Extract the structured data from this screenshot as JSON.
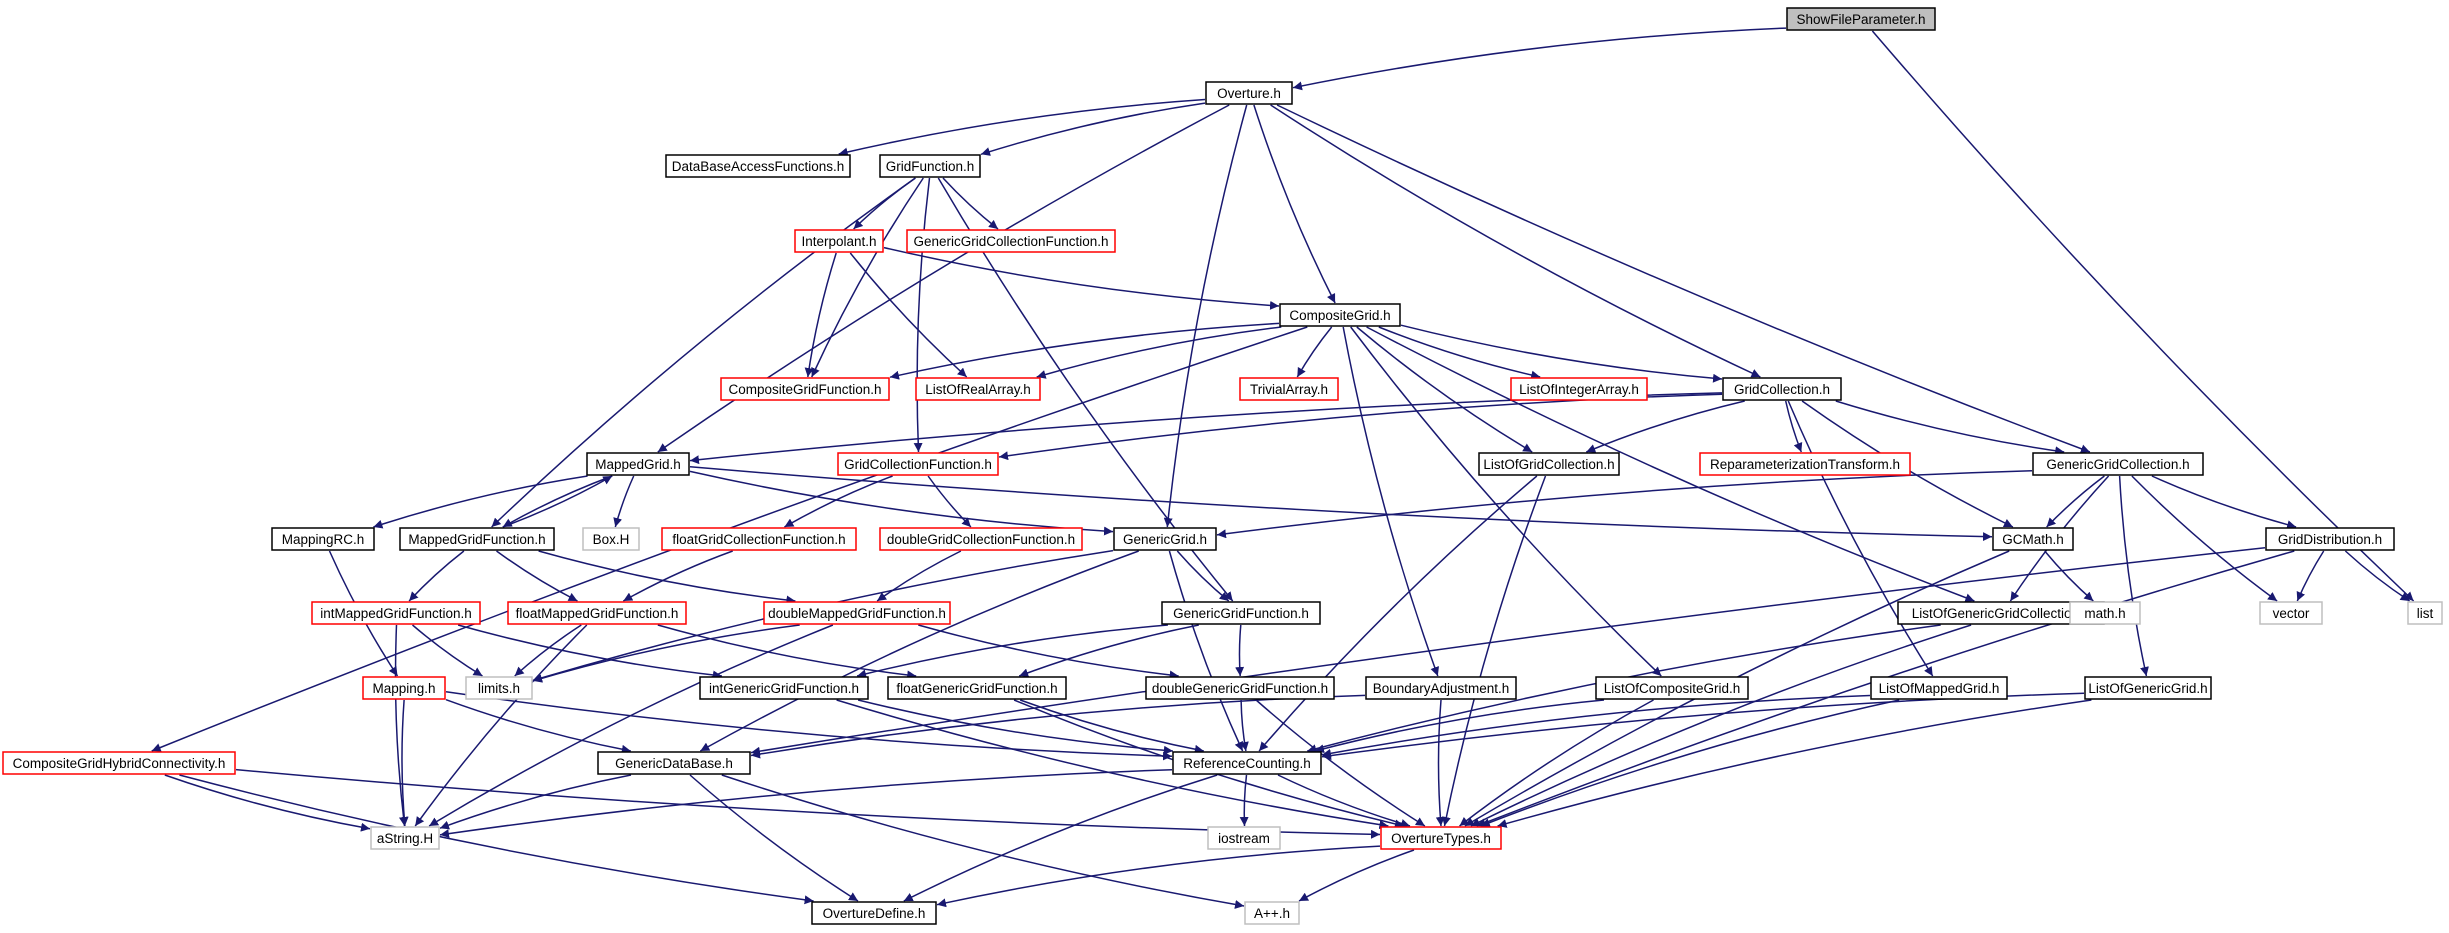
{
  "diagram": {
    "title": "",
    "nodes": [
      {
        "id": "showfile",
        "label": "ShowFileParameter.h",
        "style": "root"
      },
      {
        "id": "overture",
        "label": "Overture.h",
        "style": "normal"
      },
      {
        "id": "dbaccess",
        "label": "DataBaseAccessFunctions.h",
        "style": "normal"
      },
      {
        "id": "gridfunction",
        "label": "GridFunction.h",
        "style": "normal"
      },
      {
        "id": "interpolant",
        "label": "Interpolant.h",
        "style": "red"
      },
      {
        "id": "genericgcf",
        "label": "GenericGridCollectionFunction.h",
        "style": "red"
      },
      {
        "id": "compositegrid",
        "label": "CompositeGrid.h",
        "style": "normal"
      },
      {
        "id": "compositegf",
        "label": "CompositeGridFunction.h",
        "style": "red"
      },
      {
        "id": "listofrealarray",
        "label": "ListOfRealArray.h",
        "style": "red"
      },
      {
        "id": "trivialarray",
        "label": "TrivialArray.h",
        "style": "red"
      },
      {
        "id": "listofintarray",
        "label": "ListOfIntegerArray.h",
        "style": "red"
      },
      {
        "id": "gridcollection",
        "label": "GridCollection.h",
        "style": "normal"
      },
      {
        "id": "mappedgrid",
        "label": "MappedGrid.h",
        "style": "normal"
      },
      {
        "id": "gcfunction",
        "label": "GridCollectionFunction.h",
        "style": "red"
      },
      {
        "id": "listofgridcoll",
        "label": "ListOfGridCollection.h",
        "style": "normal"
      },
      {
        "id": "reparam",
        "label": "ReparameterizationTransform.h",
        "style": "red"
      },
      {
        "id": "genericgridcoll",
        "label": "GenericGridCollection.h",
        "style": "normal"
      },
      {
        "id": "mappingrc",
        "label": "MappingRC.h",
        "style": "normal"
      },
      {
        "id": "mappedgf",
        "label": "MappedGridFunction.h",
        "style": "normal"
      },
      {
        "id": "boxh",
        "label": "Box.H",
        "style": "gray"
      },
      {
        "id": "floatgcf",
        "label": "floatGridCollectionFunction.h",
        "style": "red"
      },
      {
        "id": "doublegcf",
        "label": "doubleGridCollectionFunction.h",
        "style": "red"
      },
      {
        "id": "genericgrid",
        "label": "GenericGrid.h",
        "style": "normal"
      },
      {
        "id": "gcmath",
        "label": "GCMath.h",
        "style": "normal"
      },
      {
        "id": "griddist",
        "label": "GridDistribution.h",
        "style": "normal"
      },
      {
        "id": "intmgf",
        "label": "intMappedGridFunction.h",
        "style": "red"
      },
      {
        "id": "floatmgf",
        "label": "floatMappedGridFunction.h",
        "style": "red"
      },
      {
        "id": "doublemgf",
        "label": "doubleMappedGridFunction.h",
        "style": "red"
      },
      {
        "id": "genericgf",
        "label": "GenericGridFunction.h",
        "style": "normal"
      },
      {
        "id": "listofgenericgc",
        "label": "ListOfGenericGridCollection.h",
        "style": "normal"
      },
      {
        "id": "mathh",
        "label": "math.h",
        "style": "gray"
      },
      {
        "id": "vector",
        "label": "vector",
        "style": "gray"
      },
      {
        "id": "list",
        "label": "list",
        "style": "gray"
      },
      {
        "id": "mapping",
        "label": "Mapping.h",
        "style": "red"
      },
      {
        "id": "limits",
        "label": "limits.h",
        "style": "gray"
      },
      {
        "id": "intggf",
        "label": "intGenericGridFunction.h",
        "style": "normal"
      },
      {
        "id": "floatggf",
        "label": "floatGenericGridFunction.h",
        "style": "normal"
      },
      {
        "id": "doubleggf",
        "label": "doubleGenericGridFunction.h",
        "style": "normal"
      },
      {
        "id": "boundaryadj",
        "label": "BoundaryAdjustment.h",
        "style": "normal"
      },
      {
        "id": "listofcomposite",
        "label": "ListOfCompositeGrid.h",
        "style": "normal"
      },
      {
        "id": "listofmapped",
        "label": "ListOfMappedGrid.h",
        "style": "normal"
      },
      {
        "id": "listofgenericgrid",
        "label": "ListOfGenericGrid.h",
        "style": "normal"
      },
      {
        "id": "cghybrid",
        "label": "CompositeGridHybridConnectivity.h",
        "style": "red"
      },
      {
        "id": "genericdb",
        "label": "GenericDataBase.h",
        "style": "normal"
      },
      {
        "id": "refcount",
        "label": "ReferenceCounting.h",
        "style": "normal"
      },
      {
        "id": "astring",
        "label": "aString.H",
        "style": "gray"
      },
      {
        "id": "iostream",
        "label": "iostream",
        "style": "gray"
      },
      {
        "id": "overturetypes",
        "label": "OvertureTypes.h",
        "style": "red"
      },
      {
        "id": "overturedefine",
        "label": "OvertureDefine.h",
        "style": "normal"
      },
      {
        "id": "appp",
        "label": "A++.h",
        "style": "gray"
      }
    ],
    "edges": [
      [
        "showfile",
        "overture"
      ],
      [
        "showfile",
        "list"
      ],
      [
        "overture",
        "dbaccess"
      ],
      [
        "overture",
        "gridfunction"
      ],
      [
        "overture",
        "mappedgrid"
      ],
      [
        "overture",
        "genericgrid"
      ],
      [
        "overture",
        "compositegrid"
      ],
      [
        "overture",
        "gridcollection"
      ],
      [
        "overture",
        "genericgridcoll"
      ],
      [
        "gridfunction",
        "interpolant"
      ],
      [
        "gridfunction",
        "genericgcf"
      ],
      [
        "gridfunction",
        "compositegf"
      ],
      [
        "gridfunction",
        "gcfunction"
      ],
      [
        "gridfunction",
        "mappedgf"
      ],
      [
        "gridfunction",
        "genericgf"
      ],
      [
        "interpolant",
        "compositegrid"
      ],
      [
        "interpolant",
        "compositegf"
      ],
      [
        "interpolant",
        "listofrealarray"
      ],
      [
        "compositegrid",
        "compositegf"
      ],
      [
        "compositegrid",
        "listofrealarray"
      ],
      [
        "compositegrid",
        "trivialarray"
      ],
      [
        "compositegrid",
        "listofintarray"
      ],
      [
        "compositegrid",
        "gridcollection"
      ],
      [
        "compositegrid",
        "cghybrid"
      ],
      [
        "compositegrid",
        "listofgridcoll"
      ],
      [
        "compositegrid",
        "listofgenericgc"
      ],
      [
        "compositegrid",
        "boundaryadj"
      ],
      [
        "compositegrid",
        "listofcomposite"
      ],
      [
        "gridcollection",
        "mappedgrid"
      ],
      [
        "gridcollection",
        "gcfunction"
      ],
      [
        "gridcollection",
        "listofgridcoll"
      ],
      [
        "gridcollection",
        "reparam"
      ],
      [
        "gridcollection",
        "genericgridcoll"
      ],
      [
        "gridcollection",
        "gcmath"
      ],
      [
        "gridcollection",
        "listofmapped"
      ],
      [
        "mappedgrid",
        "mappingrc"
      ],
      [
        "mappedgrid",
        "mappedgf"
      ],
      [
        "mappedgrid",
        "boxh"
      ],
      [
        "mappedgrid",
        "genericgrid"
      ],
      [
        "mappedgrid",
        "gcmath"
      ],
      [
        "mappedgf",
        "mappedgrid"
      ],
      [
        "mappedgf",
        "intmgf"
      ],
      [
        "mappedgf",
        "floatmgf"
      ],
      [
        "mappedgf",
        "doublemgf"
      ],
      [
        "gcfunction",
        "floatgcf"
      ],
      [
        "gcfunction",
        "doublegcf"
      ],
      [
        "floatgcf",
        "floatmgf"
      ],
      [
        "doublegcf",
        "doublemgf"
      ],
      [
        "genericgridcoll",
        "genericgrid"
      ],
      [
        "genericgridcoll",
        "gcmath"
      ],
      [
        "genericgridcoll",
        "griddist"
      ],
      [
        "genericgridcoll",
        "listofgenericgc"
      ],
      [
        "genericgridcoll",
        "listofgenericgrid"
      ],
      [
        "genericgridcoll",
        "vector"
      ],
      [
        "genericgrid",
        "genericgf"
      ],
      [
        "genericgrid",
        "refcount"
      ],
      [
        "genericgrid",
        "limits"
      ],
      [
        "genericgrid",
        "genericdb"
      ],
      [
        "gcmath",
        "mathh"
      ],
      [
        "gcmath",
        "overturetypes"
      ],
      [
        "griddist",
        "vector"
      ],
      [
        "griddist",
        "list"
      ],
      [
        "griddist",
        "overturetypes"
      ],
      [
        "griddist",
        "genericdb"
      ],
      [
        "mappingrc",
        "mapping"
      ],
      [
        "intmgf",
        "limits"
      ],
      [
        "intmgf",
        "intggf"
      ],
      [
        "intmgf",
        "astring"
      ],
      [
        "floatmgf",
        "limits"
      ],
      [
        "floatmgf",
        "floatggf"
      ],
      [
        "floatmgf",
        "astring"
      ],
      [
        "doublemgf",
        "limits"
      ],
      [
        "doublemgf",
        "doubleggf"
      ],
      [
        "doublemgf",
        "astring"
      ],
      [
        "genericgf",
        "intggf"
      ],
      [
        "genericgf",
        "floatggf"
      ],
      [
        "genericgf",
        "doubleggf"
      ],
      [
        "mapping",
        "genericdb"
      ],
      [
        "mapping",
        "astring"
      ],
      [
        "mapping",
        "refcount"
      ],
      [
        "intggf",
        "refcount"
      ],
      [
        "intggf",
        "overturetypes"
      ],
      [
        "floatggf",
        "refcount"
      ],
      [
        "floatggf",
        "overturetypes"
      ],
      [
        "doubleggf",
        "refcount"
      ],
      [
        "doubleggf",
        "overturetypes"
      ],
      [
        "boundaryadj",
        "genericdb"
      ],
      [
        "boundaryadj",
        "overturetypes"
      ],
      [
        "listofgridcoll",
        "refcount"
      ],
      [
        "listofgridcoll",
        "overturetypes"
      ],
      [
        "listofgenericgc",
        "refcount"
      ],
      [
        "listofgenericgc",
        "overturetypes"
      ],
      [
        "listofcomposite",
        "refcount"
      ],
      [
        "listofcomposite",
        "overturetypes"
      ],
      [
        "listofmapped",
        "refcount"
      ],
      [
        "listofmapped",
        "overturetypes"
      ],
      [
        "listofgenericgrid",
        "refcount"
      ],
      [
        "listofgenericgrid",
        "overturetypes"
      ],
      [
        "cghybrid",
        "astring"
      ],
      [
        "cghybrid",
        "overturetypes"
      ],
      [
        "cghybrid",
        "overturedefine"
      ],
      [
        "genericdb",
        "astring"
      ],
      [
        "genericdb",
        "overturedefine"
      ],
      [
        "genericdb",
        "appp"
      ],
      [
        "refcount",
        "astring"
      ],
      [
        "refcount",
        "iostream"
      ],
      [
        "refcount",
        "overturetypes"
      ],
      [
        "refcount",
        "overturedefine"
      ],
      [
        "overturetypes",
        "overturedefine"
      ],
      [
        "overturetypes",
        "appp"
      ]
    ]
  }
}
